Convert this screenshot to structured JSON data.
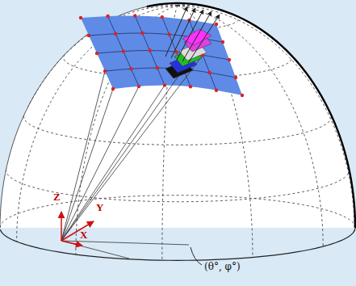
{
  "diagram": {
    "labels": [
      "Z",
      "Y",
      "X",
      "(θ°, φ°)"
    ]
  }
}
